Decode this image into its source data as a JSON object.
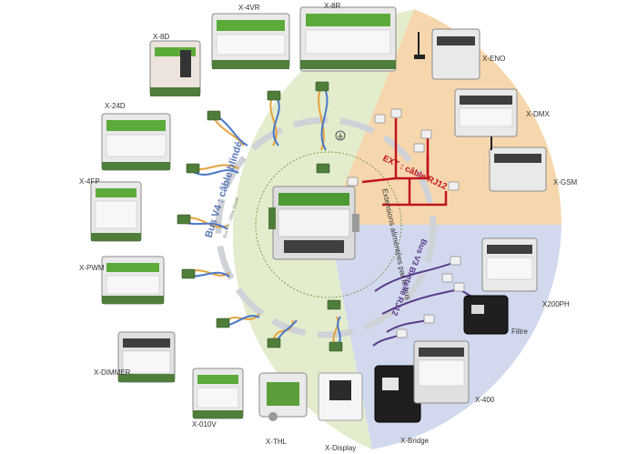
{
  "modules": {
    "x4vr": "X-4VR",
    "x8r": "X-8R",
    "x8d": "X-8D",
    "x24d": "X-24D",
    "x4fp": "X-4FP",
    "xpwm": "X-PWM",
    "xdimmer": "X-DIMMER",
    "x010v": "X-010V",
    "xthl": "X-THL",
    "xdisplay": "X-Display",
    "xbridge": "X-Bridge",
    "x400": "X-400",
    "x200ph": "X200PH",
    "filtre": "Filtre",
    "xeno": "X-ENO",
    "xdmx": "X-DMX",
    "xgsm": "X-GSM"
  },
  "zones": {
    "bus_v4": "Bus V4 : câble blindé",
    "bus_v3": "Bus V3 Bretelle RJ12",
    "ext": "EXT : câble RJ12",
    "powered": "Extensions alimentées par le bus",
    "bus_v4_small": "Bus V4 : câble blindé"
  },
  "colors": {
    "bus_v4_zone": "#e3edcd",
    "bus_v3_zone": "#d2d9ee",
    "ext_zone": "#f6d7ad",
    "ext_cable": "#c0141c",
    "v3_cable": "#5b3c8c",
    "module_green": "#5caa3a",
    "module_body": "#e9e9e9"
  }
}
